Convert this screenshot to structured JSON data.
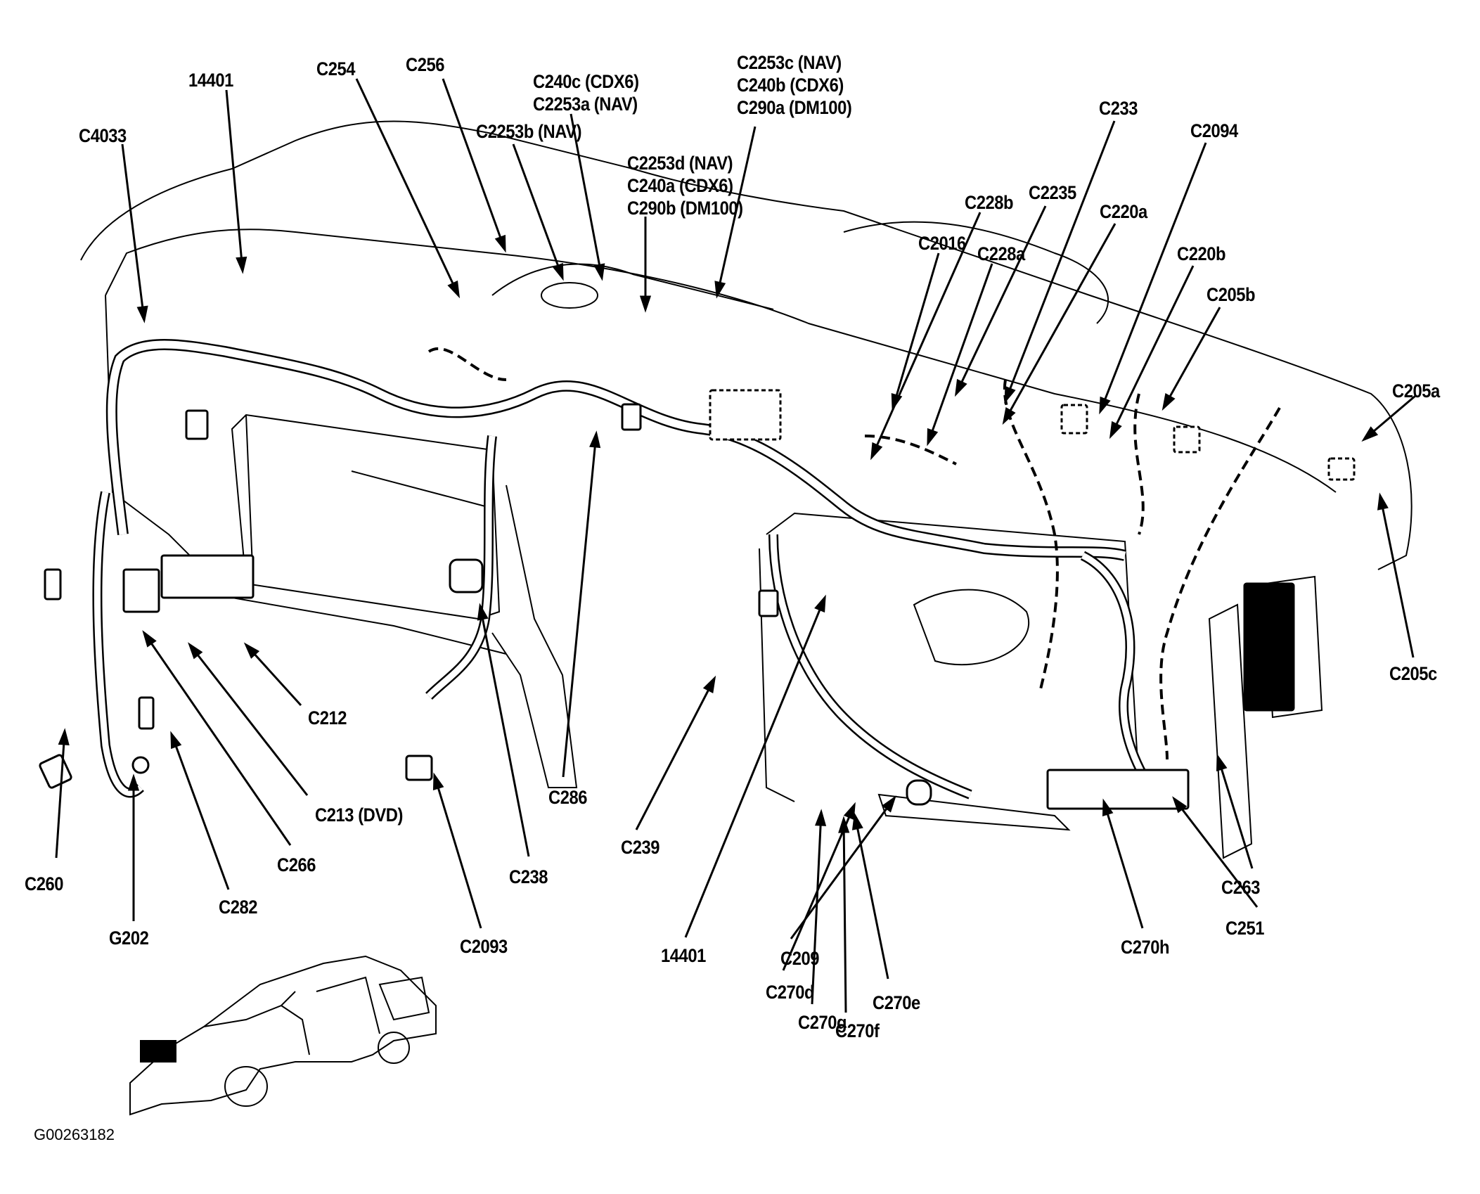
{
  "diagram": {
    "title": "Instrument panel wiring harness connector locations",
    "figure_id": "G00263182",
    "colors": {
      "ink": "#000000",
      "paper": "#ffffff"
    },
    "labels": [
      {
        "id": "c4033",
        "lines": [
          "C4033"
        ]
      },
      {
        "id": "h14401_top",
        "lines": [
          "14401"
        ]
      },
      {
        "id": "c254",
        "lines": [
          "C254"
        ]
      },
      {
        "id": "c256",
        "lines": [
          "C256"
        ]
      },
      {
        "id": "c240c_group",
        "lines": [
          "C240c (CDX6)",
          "C2253a (NAV)"
        ]
      },
      {
        "id": "c2253b",
        "lines": [
          "C2253b (NAV)"
        ]
      },
      {
        "id": "c2253c_group",
        "lines": [
          "C2253c (NAV)",
          "C240b (CDX6)",
          "C290a (DM100)"
        ]
      },
      {
        "id": "c2253d_group",
        "lines": [
          "C2253d (NAV)",
          "C240a (CDX6)",
          "C290b (DM100)"
        ]
      },
      {
        "id": "c233",
        "lines": [
          "C233"
        ]
      },
      {
        "id": "c2094",
        "lines": [
          "C2094"
        ]
      },
      {
        "id": "c228b",
        "lines": [
          "C228b"
        ]
      },
      {
        "id": "c2235",
        "lines": [
          "C2235"
        ]
      },
      {
        "id": "c2016",
        "lines": [
          "C2016"
        ]
      },
      {
        "id": "c228a",
        "lines": [
          "C228a"
        ]
      },
      {
        "id": "c220a",
        "lines": [
          "C220a"
        ]
      },
      {
        "id": "c220b",
        "lines": [
          "C220b"
        ]
      },
      {
        "id": "c205b",
        "lines": [
          "C205b"
        ]
      },
      {
        "id": "c205a",
        "lines": [
          "C205a"
        ]
      },
      {
        "id": "c205c",
        "lines": [
          "C205c"
        ]
      },
      {
        "id": "c212",
        "lines": [
          "C212"
        ]
      },
      {
        "id": "c213",
        "lines": [
          "C213 (DVD)"
        ]
      },
      {
        "id": "c286",
        "lines": [
          "C286"
        ]
      },
      {
        "id": "c239",
        "lines": [
          "C239"
        ]
      },
      {
        "id": "c266",
        "lines": [
          "C266"
        ]
      },
      {
        "id": "c238",
        "lines": [
          "C238"
        ]
      },
      {
        "id": "c260",
        "lines": [
          "C260"
        ]
      },
      {
        "id": "c282",
        "lines": [
          "C282"
        ]
      },
      {
        "id": "g202",
        "lines": [
          "G202"
        ]
      },
      {
        "id": "c2093",
        "lines": [
          "C2093"
        ]
      },
      {
        "id": "h14401_bottom",
        "lines": [
          "14401"
        ]
      },
      {
        "id": "c209",
        "lines": [
          "C209"
        ]
      },
      {
        "id": "c263",
        "lines": [
          "C263"
        ]
      },
      {
        "id": "c251",
        "lines": [
          "C251"
        ]
      },
      {
        "id": "c270h",
        "lines": [
          "C270h"
        ]
      },
      {
        "id": "c270d",
        "lines": [
          "C270d"
        ]
      },
      {
        "id": "c270e",
        "lines": [
          "C270e"
        ]
      },
      {
        "id": "c270g",
        "lines": [
          "C270g"
        ]
      },
      {
        "id": "c270f",
        "lines": [
          "C270f"
        ]
      }
    ]
  }
}
